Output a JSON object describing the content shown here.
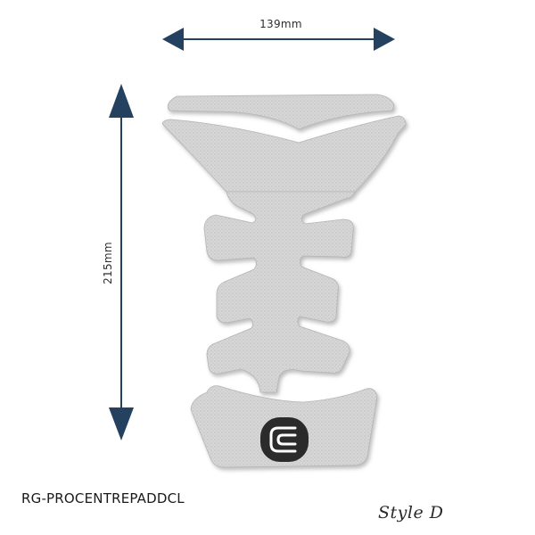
{
  "dimensions": {
    "width_label": "139mm",
    "height_label": "215mm"
  },
  "product": {
    "code": "RG-PROCENTREPADDCL",
    "style_label": "Style D"
  },
  "colors": {
    "arrow": "#24415f",
    "pad_fill": "#d7d7d7",
    "pad_edge": "#b9b9b9",
    "shadow": "#8c8c8c",
    "logo_dark": "#2b2b2b",
    "logo_light": "#ffffff"
  },
  "icons": {
    "badge": "e-logo-icon"
  }
}
